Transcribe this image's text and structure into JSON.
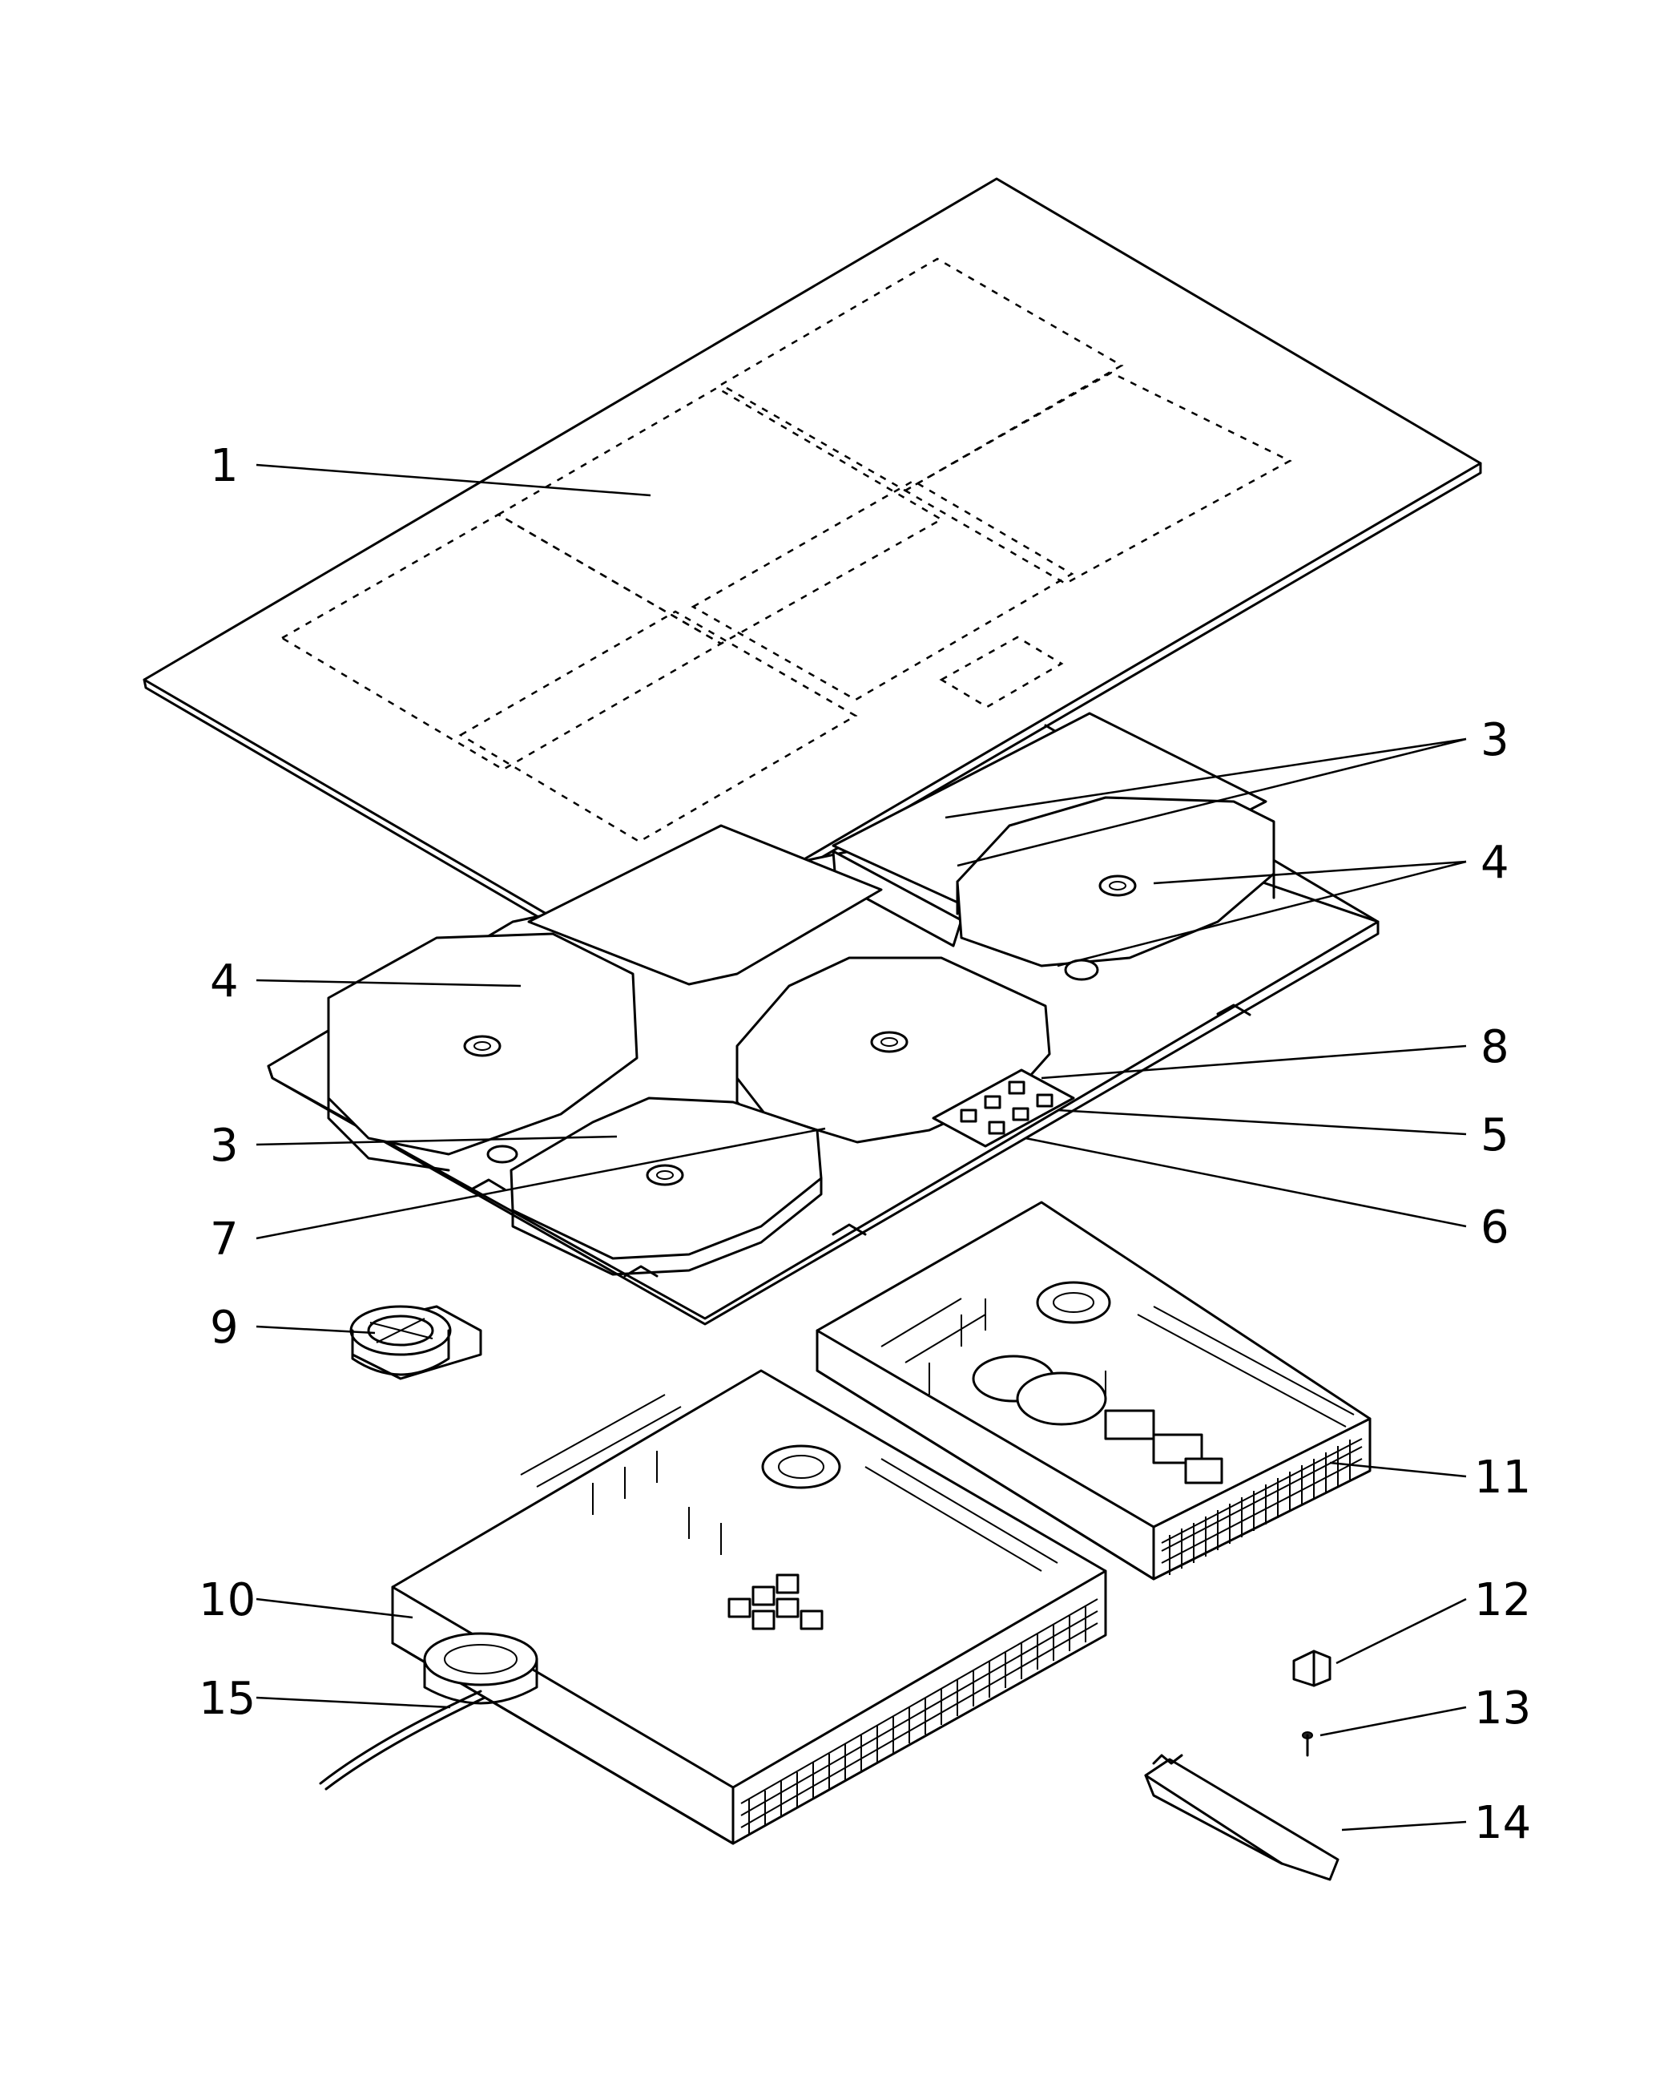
{
  "callouts": {
    "c1": "1",
    "c3a": "3",
    "c4a": "4",
    "c4b": "4",
    "c8": "8",
    "c3b": "3",
    "c5": "5",
    "c7": "7",
    "c6": "6",
    "c9": "9",
    "c11": "11",
    "c10": "10",
    "c12": "12",
    "c15": "15",
    "c13": "13",
    "c14": "14"
  }
}
